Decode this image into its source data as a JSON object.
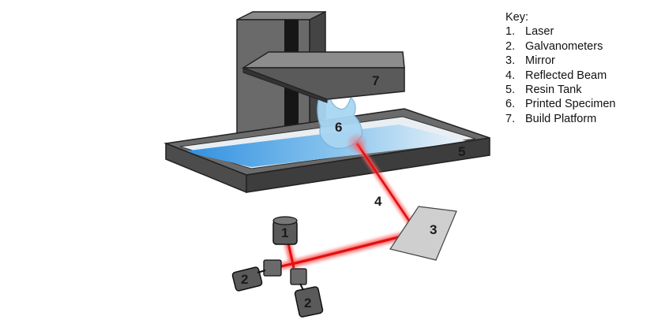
{
  "key": {
    "title": "Key:",
    "items": [
      {
        "number": "1.",
        "label": "Laser"
      },
      {
        "number": "2.",
        "label": "Galvanometers"
      },
      {
        "number": "3.",
        "label": "Mirror"
      },
      {
        "number": "4.",
        "label": "Reflected Beam"
      },
      {
        "number": "5.",
        "label": "Resin Tank"
      },
      {
        "number": "6.",
        "label": "Printed Specimen"
      },
      {
        "number": "7.",
        "label": "Build Platform"
      }
    ]
  },
  "callouts": {
    "laser": "1",
    "galvanometer_left": "2",
    "galvanometer_bottom": "2",
    "mirror": "3",
    "reflected_beam": "4",
    "resin_tank": "5",
    "printed_specimen": "6",
    "build_platform": "7"
  },
  "colors": {
    "beam": "#e01010",
    "resin": "#3aa0e8",
    "frame": "#5e5e5e",
    "frame_dark": "#3a3a3a",
    "mirror": "#cfcfcf",
    "specimen": "#a9d6f2"
  }
}
